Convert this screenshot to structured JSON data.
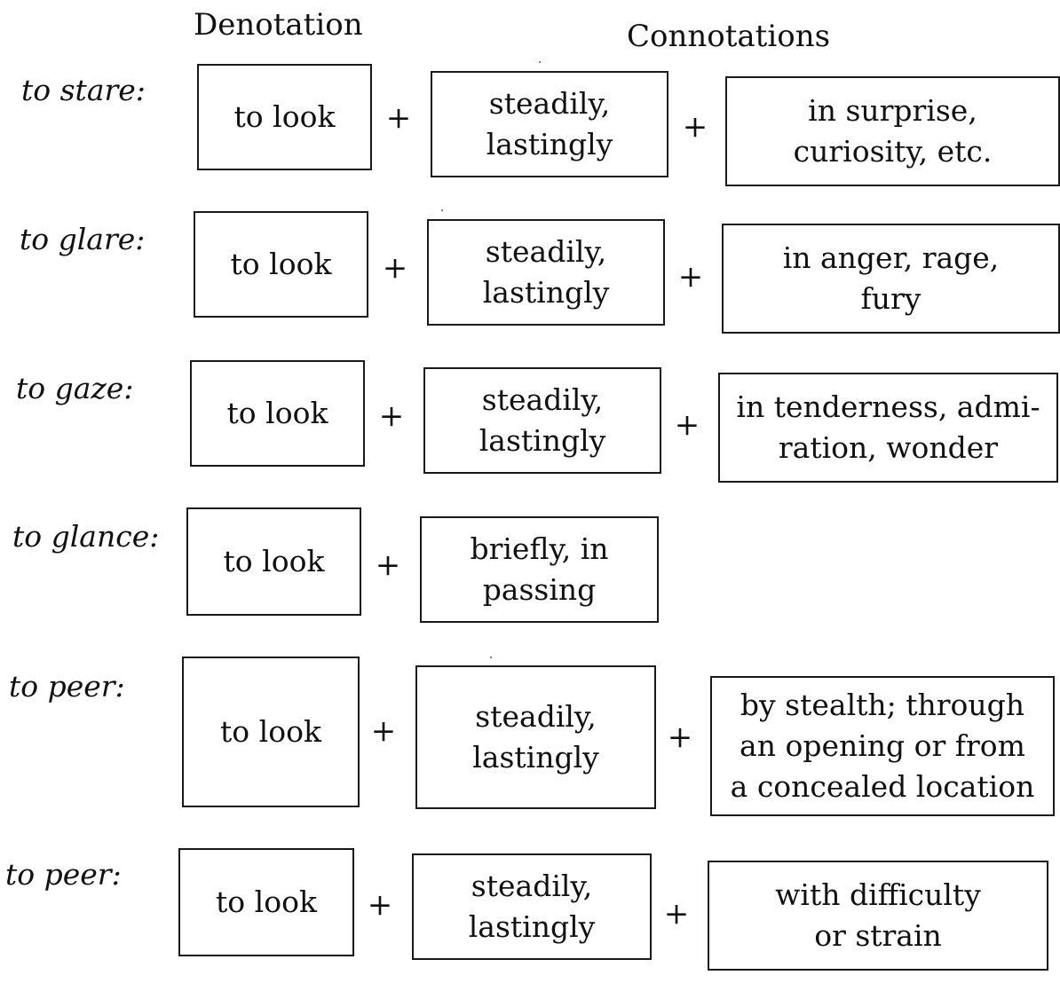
{
  "headers": {
    "denotation": "Denotation",
    "connotations": "Connotations"
  },
  "symbols": {
    "plus": "+"
  },
  "rows": [
    {
      "verb": "to stare:",
      "denotation": "to look",
      "connotation_1": "steadily,\nlastingly",
      "connotation_2": "in surprise,\ncuriosity, etc."
    },
    {
      "verb": "to glare:",
      "denotation": "to look",
      "connotation_1": "steadily,\nlastingly",
      "connotation_2": "in anger, rage,\nfury"
    },
    {
      "verb": "to gaze:",
      "denotation": "to look",
      "connotation_1": "steadily,\nlastingly",
      "connotation_2": "in tenderness, admi-\nration, wonder"
    },
    {
      "verb": "to glance:",
      "denotation": "to look",
      "connotation_1": "briefly, in\npassing",
      "connotation_2": ""
    },
    {
      "verb": "to peer:",
      "denotation": "to look",
      "connotation_1": "steadily,\nlastingly",
      "connotation_2": "by stealth; through\nan opening or from\na concealed location"
    },
    {
      "verb": "to peer:",
      "denotation": "to look",
      "connotation_1": "steadily,\nlastingly",
      "connotation_2": "with difficulty\nor strain"
    }
  ]
}
